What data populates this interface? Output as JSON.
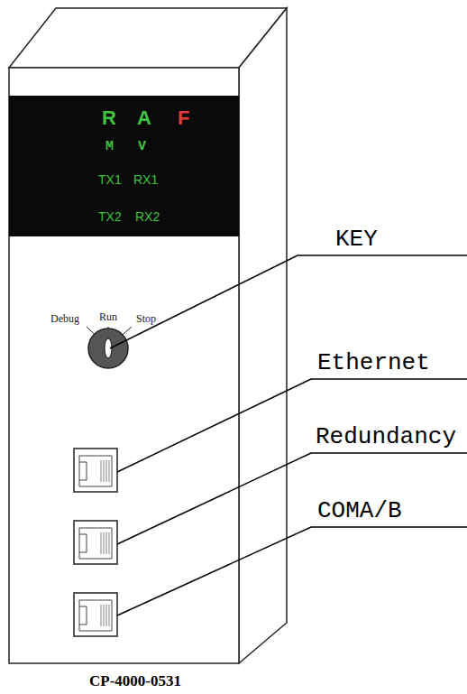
{
  "diagram": {
    "caption": "CP-4000-0531",
    "labels": [
      "R",
      "A",
      "F",
      "M",
      "V",
      "TX1",
      "RX1",
      "TX2",
      "RX2",
      "Debug",
      "Run",
      "Stop",
      "KEY",
      "Ethernet",
      "Redundancy",
      "COMA/B"
    ]
  }
}
